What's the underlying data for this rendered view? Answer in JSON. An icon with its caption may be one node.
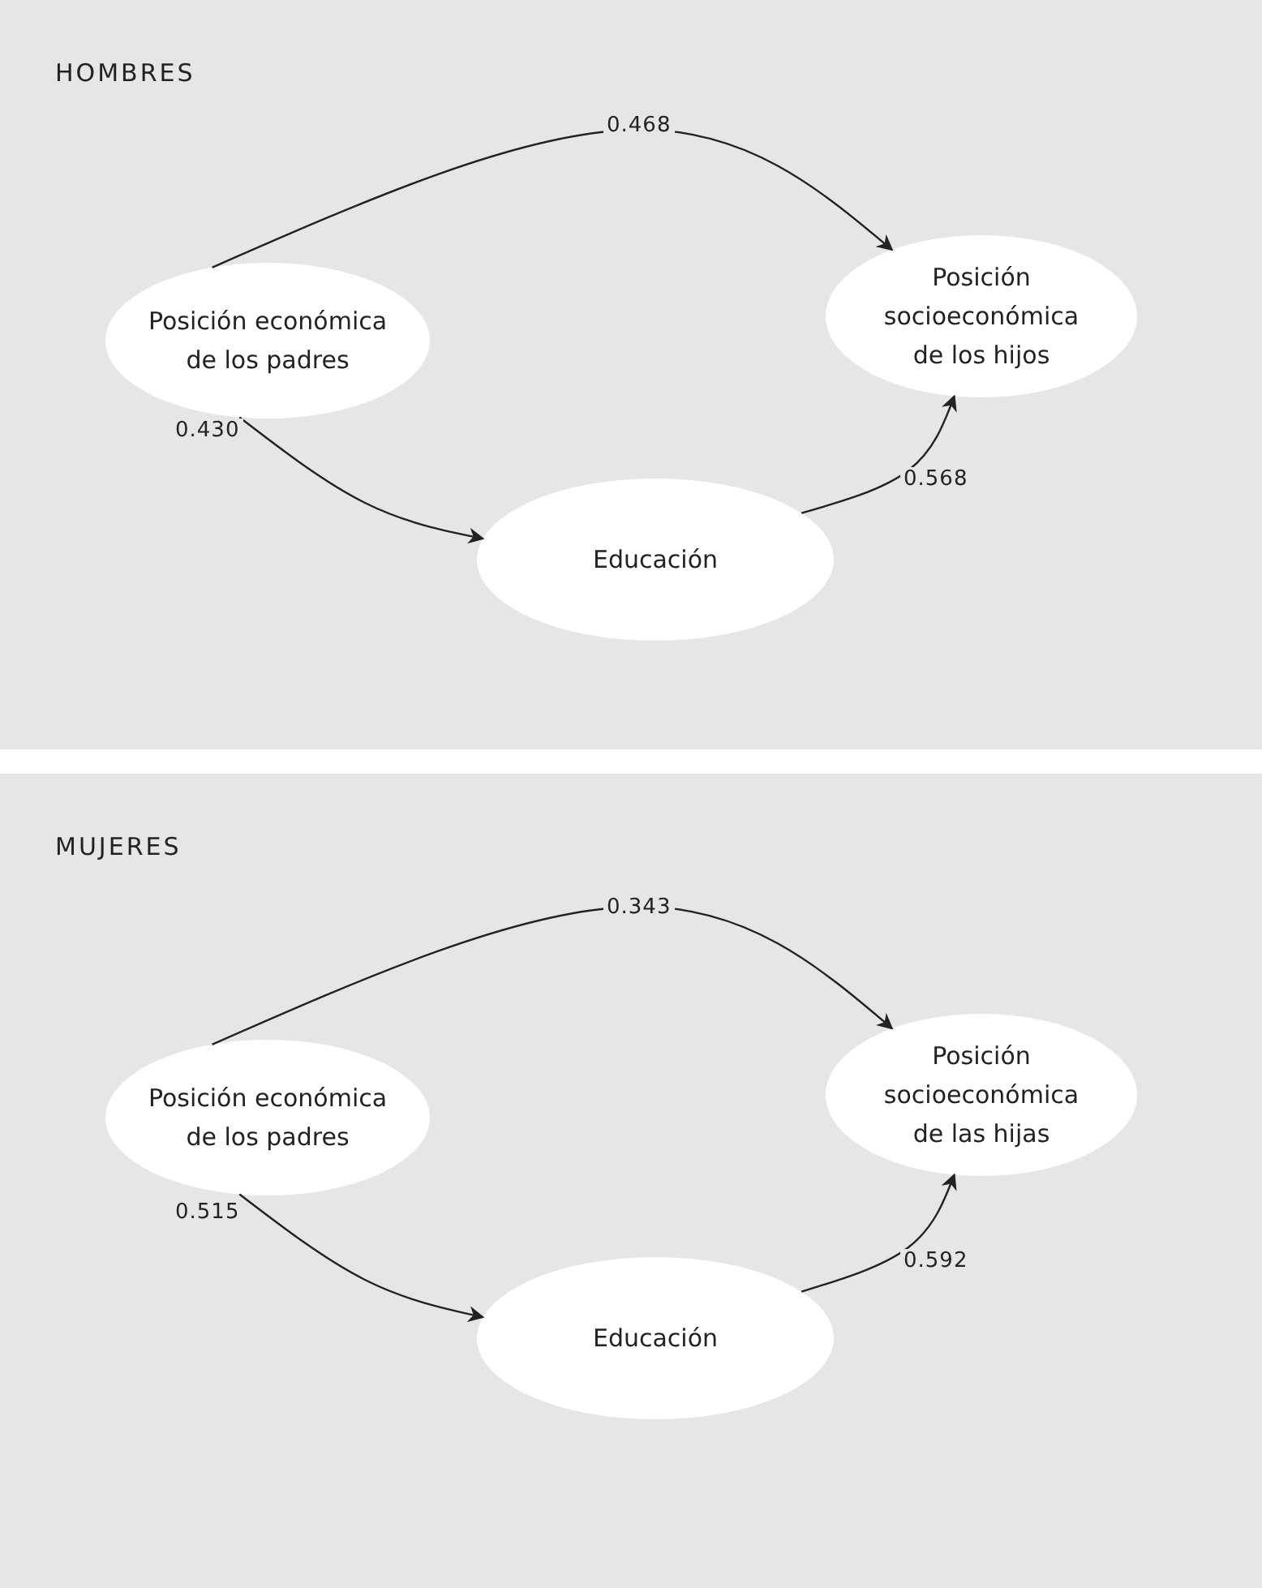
{
  "diagram": {
    "nodes": [
      {
        "text": [
          "HOMBRES"
        ]
      },
      {
        "text": [
          "Posición económica de los padres"
        ],
        "in": 0
      },
      {
        "text": [
          "Posición socioeconómica de los hijos"
        ],
        "in": 0
      },
      {
        "text": [
          "Educación"
        ],
        "in": 0
      },
      {
        "text": [
          "MUJERES"
        ]
      },
      {
        "text": [
          "Posición económica de los padres"
        ],
        "in": 4
      },
      {
        "text": [
          "Posición socioeconómica de las hijas"
        ],
        "in": 4
      },
      {
        "text": [
          "Educación"
        ],
        "in": 4
      }
    ],
    "edges": [
      {
        "from": 1,
        "to": 2,
        "arrow": "to",
        "label": "0.468"
      },
      {
        "from": 1,
        "to": 3,
        "arrow": "to",
        "label": "0.430"
      },
      {
        "from": 3,
        "to": 2,
        "arrow": "to",
        "label": "0.568"
      },
      {
        "from": 5,
        "to": 6,
        "arrow": "to",
        "label": "0.343"
      },
      {
        "from": 5,
        "to": 7,
        "arrow": "to",
        "label": "0.515"
      },
      {
        "from": 7,
        "to": 6,
        "arrow": "to",
        "label": "0.592"
      }
    ]
  }
}
